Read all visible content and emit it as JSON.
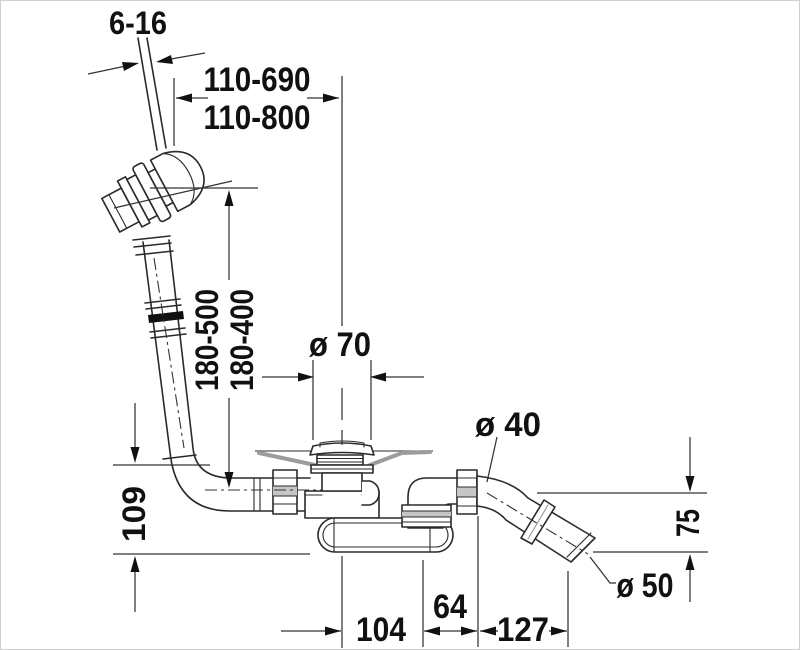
{
  "drawing_type": "bath-waste-overflow-technical-drawing",
  "labels": {
    "cable_travel": "6-16",
    "cable_length_min": "110-690",
    "cable_length_max": "110-800",
    "overflow_height_a": "180-500",
    "overflow_height_b": "180-400",
    "flange_diameter": "ø 70",
    "elbow_diameter": "ø 40",
    "outlet_diameter": "ø 50",
    "height_under_tub": "109",
    "outlet_drop": "75",
    "length_trap": "104",
    "length_elbow": "64",
    "length_outlet": "127"
  },
  "colors": {
    "line": "#2a2a2a",
    "dimension": "#333333",
    "text": "#111111",
    "tub_section": "#9c9c9c",
    "background": "#ffffff",
    "frame": "#cfcfcf"
  }
}
